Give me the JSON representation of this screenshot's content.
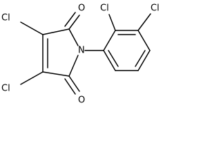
{
  "molecule": {
    "atoms": {
      "cl_c3": "Cl",
      "cl_c4": "Cl",
      "o_c2": "O",
      "o_c5": "O",
      "n_imide": "N",
      "cl_aryl_2": "Cl",
      "cl_aryl_3": "Cl"
    }
  },
  "colors": {
    "bond": "#000000",
    "label": "#000000",
    "background": "#ffffff"
  }
}
